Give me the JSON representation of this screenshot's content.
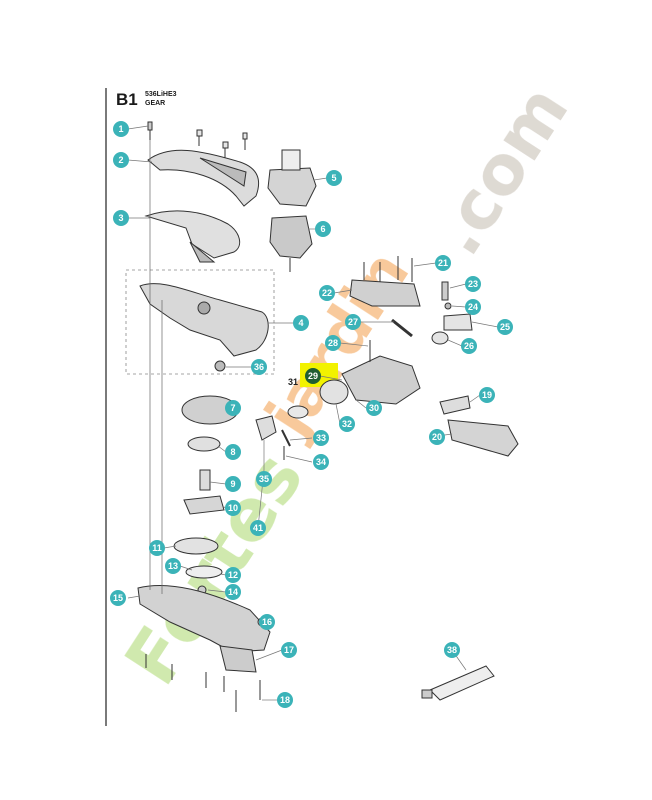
{
  "header": {
    "code": "B1",
    "model": "536LiHE3",
    "name": "GEAR"
  },
  "callouts": [
    {
      "label": "1",
      "highlight": false
    },
    {
      "label": "2",
      "highlight": false
    },
    {
      "label": "3",
      "highlight": false
    },
    {
      "label": "4",
      "highlight": false
    },
    {
      "label": "5",
      "highlight": false
    },
    {
      "label": "6",
      "highlight": false
    },
    {
      "label": "7",
      "highlight": false
    },
    {
      "label": "8",
      "highlight": false
    },
    {
      "label": "9",
      "highlight": false
    },
    {
      "label": "10",
      "highlight": false
    },
    {
      "label": "11",
      "highlight": false
    },
    {
      "label": "12",
      "highlight": false
    },
    {
      "label": "13",
      "highlight": false
    },
    {
      "label": "14",
      "highlight": false
    },
    {
      "label": "15",
      "highlight": false
    },
    {
      "label": "16",
      "highlight": false
    },
    {
      "label": "17",
      "highlight": false
    },
    {
      "label": "18",
      "highlight": false
    },
    {
      "label": "19",
      "highlight": false
    },
    {
      "label": "20",
      "highlight": false
    },
    {
      "label": "21",
      "highlight": false
    },
    {
      "label": "22",
      "highlight": false
    },
    {
      "label": "23",
      "highlight": false
    },
    {
      "label": "24",
      "highlight": false
    },
    {
      "label": "25",
      "highlight": false
    },
    {
      "label": "26",
      "highlight": false
    },
    {
      "label": "27",
      "highlight": false
    },
    {
      "label": "28",
      "highlight": false
    },
    {
      "label": "29",
      "highlight": true
    },
    {
      "label": "30",
      "highlight": false
    },
    {
      "label": "32",
      "highlight": false
    },
    {
      "label": "33",
      "highlight": false
    },
    {
      "label": "34",
      "highlight": false
    },
    {
      "label": "35",
      "highlight": false
    },
    {
      "label": "36",
      "highlight": false
    },
    {
      "label": "38",
      "highlight": false
    },
    {
      "label": "41",
      "highlight": false
    }
  ],
  "plain_labels": [
    "31"
  ],
  "watermarks": {
    "primary": "Fortes",
    "secondary": "jardin",
    "domain": ".com"
  },
  "colors": {
    "callout": "#3bb3b8",
    "highlight_bg": "#f2f200",
    "highlight_circle": "#1f5e33",
    "watermark_green": "#c8e6a0",
    "watermark_orange": "#f7c08a",
    "watermark_gray": "#d9d4cc"
  }
}
